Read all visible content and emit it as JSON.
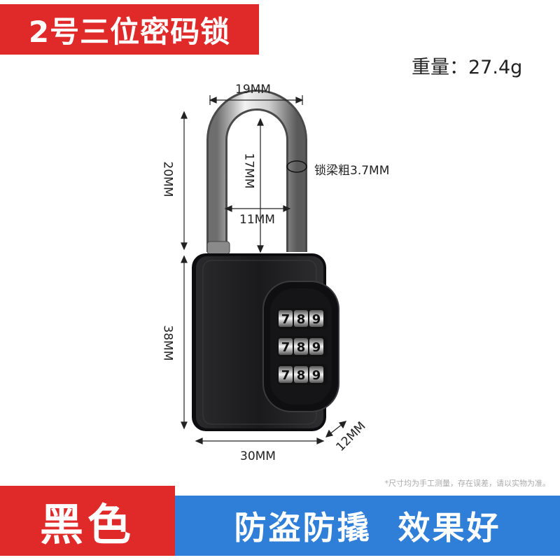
{
  "title": "2号三位密码锁",
  "weight_label": "重量：27.4g",
  "dimensions": {
    "shackle_width": "19MM",
    "shackle_height": "20MM",
    "shackle_inner_height": "17MM",
    "shackle_inner_width": "11MM",
    "shackle_thickness": "锁梁粗3.7MM",
    "body_height": "38MM",
    "body_width": "30MM",
    "body_depth": "12MM"
  },
  "dial_digits": [
    "7",
    "8",
    "9"
  ],
  "note": "*尺寸均为手工测量，存在误差，请以实物为准。",
  "color_label": "黑色",
  "slogan": "防盗防撬  效果好",
  "colors": {
    "banner_red": "#e02a2a",
    "slogan_blue": "#2f7fd8",
    "lock_body": "#1c1c1e"
  }
}
